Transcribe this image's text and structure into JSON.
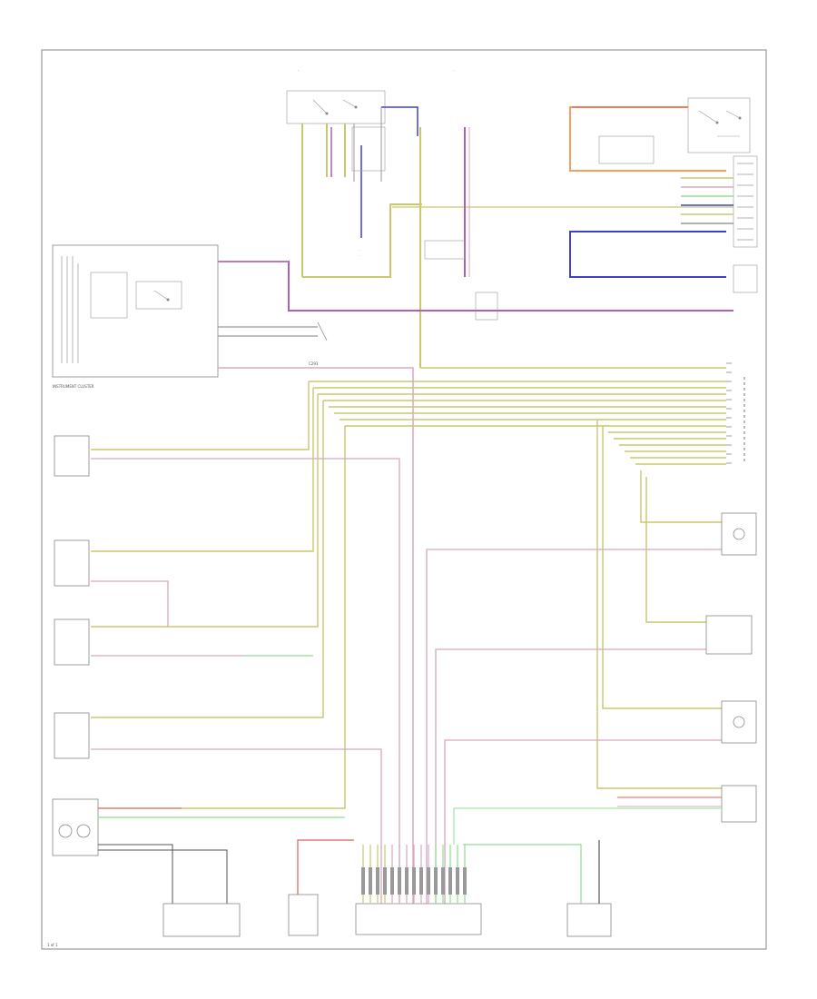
{
  "colors": {
    "yellow_green": "#c8c86e",
    "pink": "#d8a8c0",
    "magenta": "#b060b0",
    "blue": "#4040d0",
    "green": "#90e090",
    "red": "#e06060",
    "orange": "#f0a060",
    "gray": "#9a9a9a"
  },
  "labels": {
    "instrument_cluster": "INSTRUMENT CLUSTER",
    "cluster_connector": "C293"
  },
  "footer": {
    "page_code": "1 of 1"
  },
  "icons": [
    "lamp-bulb-icon",
    "switch-icon",
    "ground-icon",
    "connector-pins-icon"
  ]
}
